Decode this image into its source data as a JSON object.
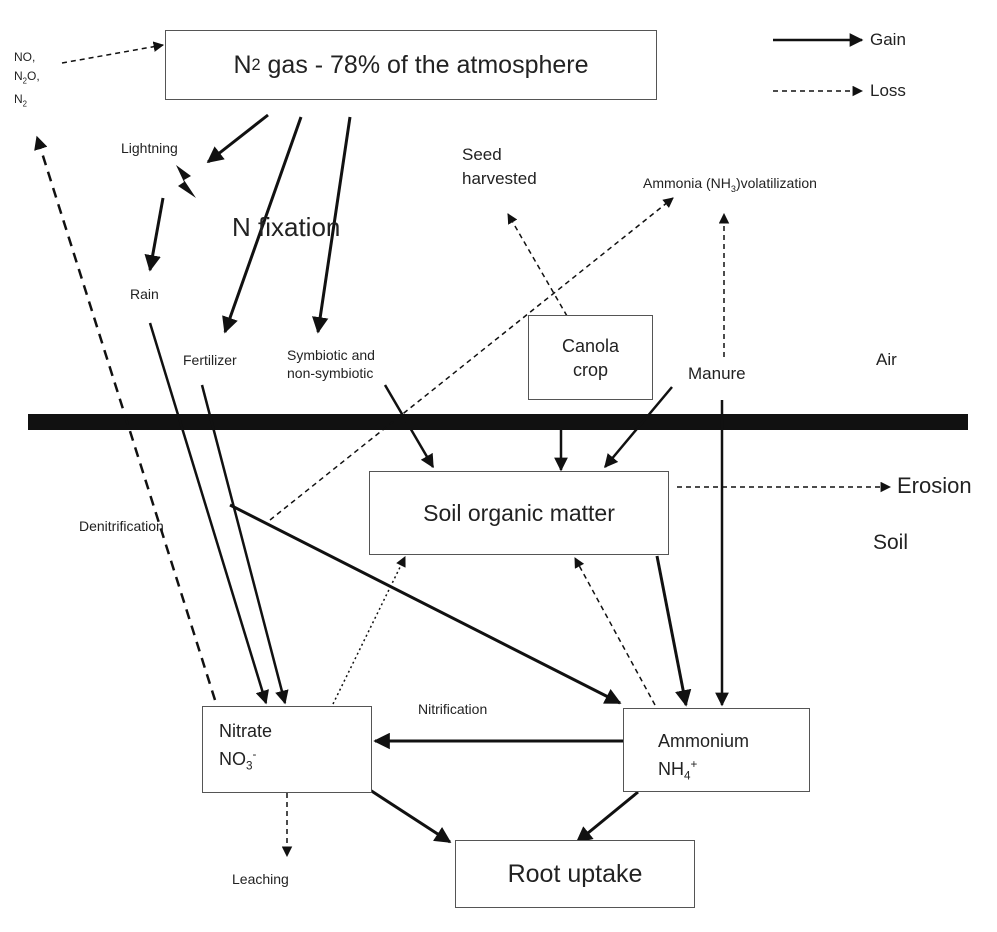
{
  "legend": {
    "gain": "Gain",
    "loss": "Loss"
  },
  "atmosphere": {
    "n": "N",
    "sub": "2",
    "rest": " gas - 78% of the atmosphere"
  },
  "gases": {
    "line1": "NO,",
    "line2a": "N",
    "line2sub": "2",
    "line2b": "O,",
    "line3a": "N",
    "line3sub": "2"
  },
  "labels": {
    "lightning": "Lightning",
    "rain": "Rain",
    "n_fixation": "N fixation",
    "fertilizer": "Fertilizer",
    "symbiotic_1": "Symbiotic and",
    "symbiotic_2": "non-symbiotic",
    "seed_1": "Seed",
    "seed_2": "harvested",
    "ammonia_a": "Ammonia (NH",
    "ammonia_sub": "3",
    "ammonia_b": ")volatilization",
    "manure": "Manure",
    "air": "Air",
    "soil": "Soil",
    "erosion": "Erosion",
    "denitrification": "Denitrification",
    "nitrification": "Nitrification",
    "leaching": "Leaching"
  },
  "boxes": {
    "canola_1": "Canola",
    "canola_2": "crop",
    "soil_organic_matter": "Soil organic matter",
    "nitrate_1": "Nitrate",
    "nitrate_2a": "NO",
    "nitrate_sub": "3",
    "nitrate_sup": "-",
    "ammonium_1": "Ammonium",
    "ammonium_2a": "NH",
    "ammonium_sub": "4",
    "ammonium_sup": "+",
    "root_uptake": "Root uptake"
  }
}
